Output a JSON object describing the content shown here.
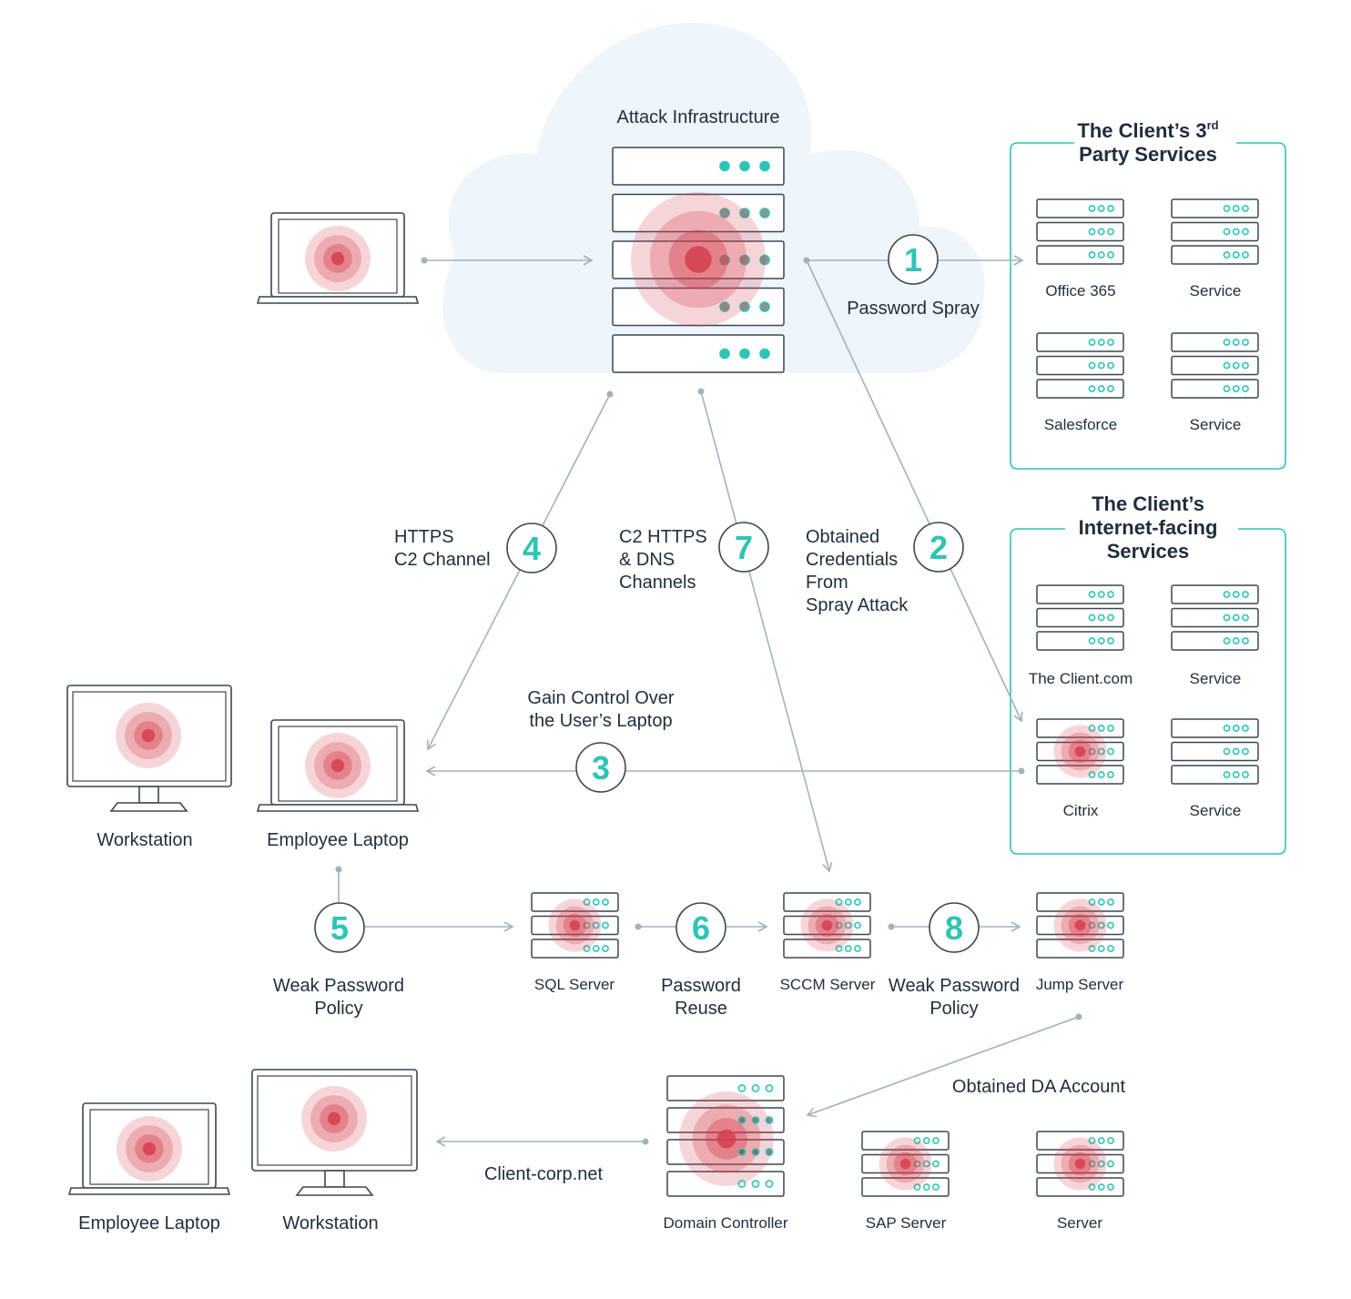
{
  "colors": {
    "accent": "#2ec4b6",
    "target": "#d6404f",
    "line": "#9fb3bd",
    "outline": "#3b4750",
    "cloud": "#eef5fb",
    "text": "#1f2d3d"
  },
  "cloud": {
    "title": "Attack Infrastructure"
  },
  "groups": {
    "third_party": {
      "title_prefix": "The Client’s 3",
      "title_sup": "rd",
      "title_line2": "Party Services"
    },
    "internet": {
      "title_line1": "The Client’s",
      "title_line2": "Internet-facing",
      "title_line3": "Services"
    }
  },
  "services": {
    "office365": "Office 365",
    "service_a": "Service",
    "salesforce": "Salesforce",
    "service_b": "Service",
    "client_com": "The Client.com",
    "service_c": "Service",
    "citrix": "Citrix",
    "service_d": "Service"
  },
  "servers": {
    "sql": "SQL Server",
    "sccm": "SCCM Server",
    "jump": "Jump Server",
    "dc": "Domain Controller",
    "sap": "SAP Server",
    "server": "Server"
  },
  "devices": {
    "workstation_top": "Workstation",
    "employee_laptop_top": "Employee Laptop",
    "employee_laptop_bottom": "Employee Laptop",
    "workstation_bottom": "Workstation"
  },
  "steps": [
    {
      "num": "1",
      "label": "Password Spray"
    },
    {
      "num": "2",
      "label_lines": [
        "Obtained",
        "Credentials",
        "From",
        "Spray Attack"
      ]
    },
    {
      "num": "3",
      "label_lines": [
        "Gain Control Over",
        "the User’s Laptop"
      ]
    },
    {
      "num": "4",
      "label_lines": [
        "HTTPS",
        "C2 Channel"
      ]
    },
    {
      "num": "5",
      "label_lines": [
        "Weak Password",
        "Policy"
      ]
    },
    {
      "num": "6",
      "label_lines": [
        "Password",
        "Reuse"
      ]
    },
    {
      "num": "7",
      "label_lines": [
        "C2 HTTPS",
        "& DNS",
        "Channels"
      ]
    },
    {
      "num": "8",
      "label_lines": [
        "Weak Password",
        "Policy"
      ]
    }
  ],
  "notes": {
    "da_account": "Obtained DA Account",
    "client_corp": "Client-corp.net"
  }
}
